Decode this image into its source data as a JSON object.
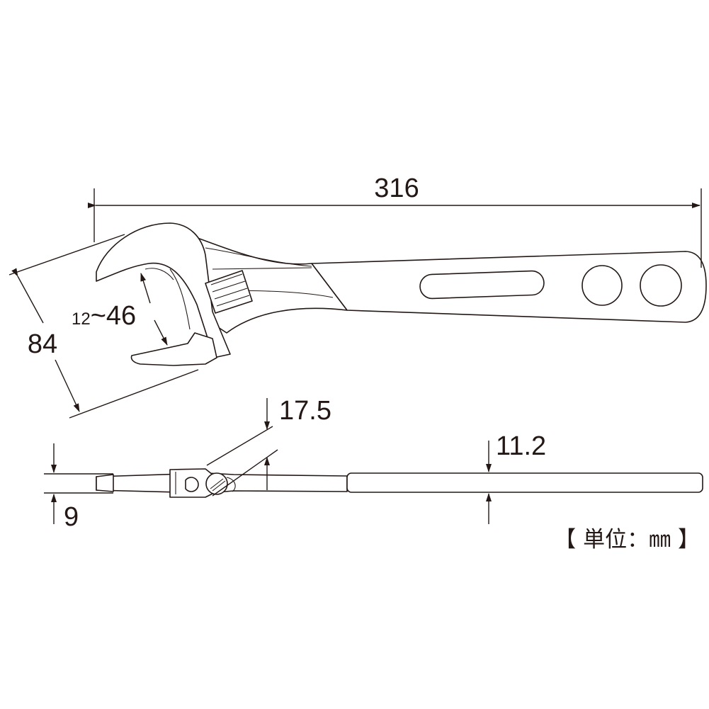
{
  "dimensions": {
    "overall_length": "316",
    "head_width": "84",
    "jaw_capacity_min": "12",
    "jaw_capacity_sep": "~46",
    "head_thickness": "17.5",
    "handle_thickness": "11.2",
    "jaw_thickness": "9"
  },
  "unit_label": "【 単位：㎜ 】"
}
